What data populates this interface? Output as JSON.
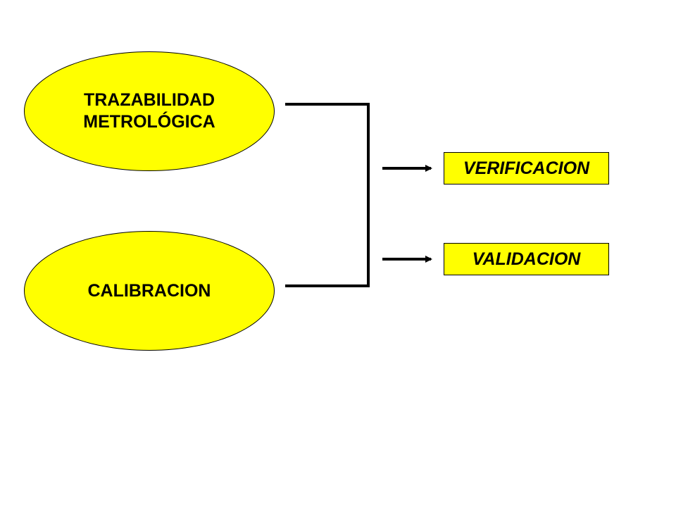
{
  "colors": {
    "node_fill": "#ffff00",
    "line": "#000000",
    "background": "#ffffff"
  },
  "nodes": {
    "trazabilidad": {
      "label": "TRAZABILIDAD\nMETROLÓGICA"
    },
    "calibracion": {
      "label": "CALIBRACION"
    }
  },
  "outputs": {
    "verificacion": {
      "label": "VERIFICACION"
    },
    "validacion": {
      "label": "VALIDACION"
    }
  }
}
